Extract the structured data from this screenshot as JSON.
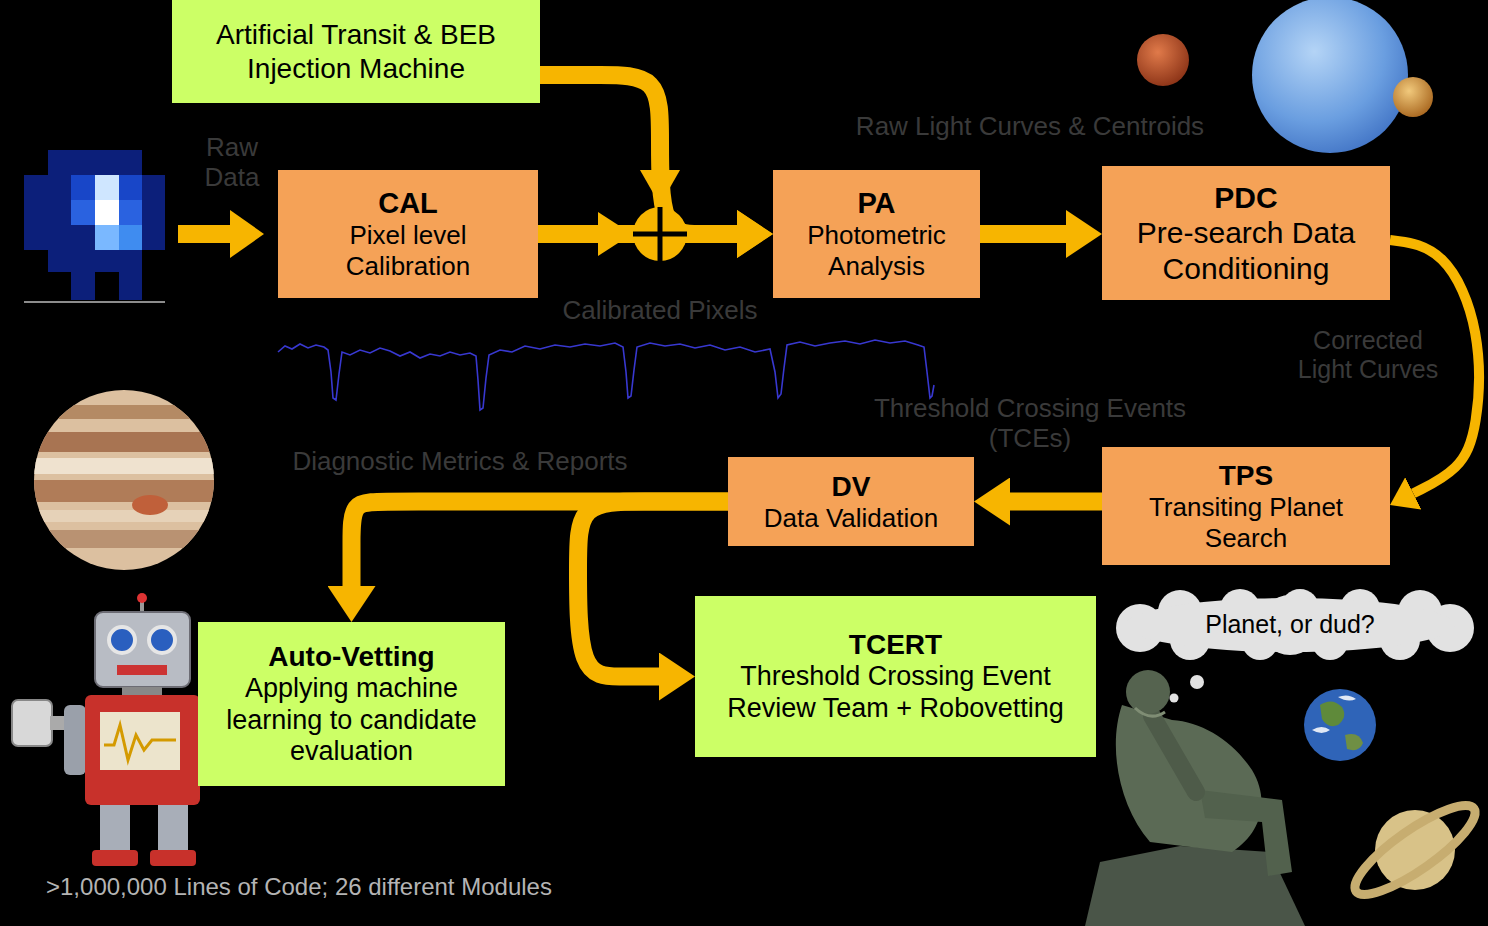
{
  "diagram": {
    "nodes": [
      {
        "text": [
          "Artificial Transit & BEB Injection Machine"
        ]
      },
      {
        "text": [
          "CAL",
          "Pixel level Calibration"
        ]
      },
      {
        "text": [
          "PA",
          "Photometric Analysis"
        ]
      },
      {
        "text": [
          "PDC",
          "Pre-search Data Conditioning"
        ]
      },
      {
        "text": [
          "TPS",
          "Transiting Planet Search"
        ]
      },
      {
        "text": [
          "DV",
          "Data Validation"
        ]
      },
      {
        "text": [
          "Auto-Vetting",
          "Applying machine learning to candidate evaluation"
        ]
      },
      {
        "text": [
          "TCERT",
          "Threshold Crossing Event Review Team + Robovetting"
        ]
      },
      {
        "text": [
          "Planet, or dud?"
        ]
      }
    ],
    "edges": [
      {
        "from": 0,
        "to": 2,
        "arrow": "to"
      },
      {
        "from": 1,
        "to": 2,
        "label": "Calibrated Pixels",
        "arrow": "to"
      },
      {
        "from": 2,
        "to": 3,
        "label": "Raw Light Curves & Centroids",
        "arrow": "to"
      },
      {
        "from": 3,
        "to": 4,
        "label": "Corrected Light Curves",
        "arrow": "to"
      },
      {
        "from": 4,
        "to": 5,
        "label": "Threshold Crossing Events (TCEs)",
        "arrow": "to"
      },
      {
        "from": 5,
        "to": 6,
        "label": "Diagnostic Metrics & Reports",
        "arrow": "to"
      },
      {
        "from": 5,
        "to": 7,
        "arrow": "to"
      }
    ],
    "labels": [
      "Raw Data",
      ">1,000,000 Lines of Code; 26 different Modules"
    ]
  }
}
